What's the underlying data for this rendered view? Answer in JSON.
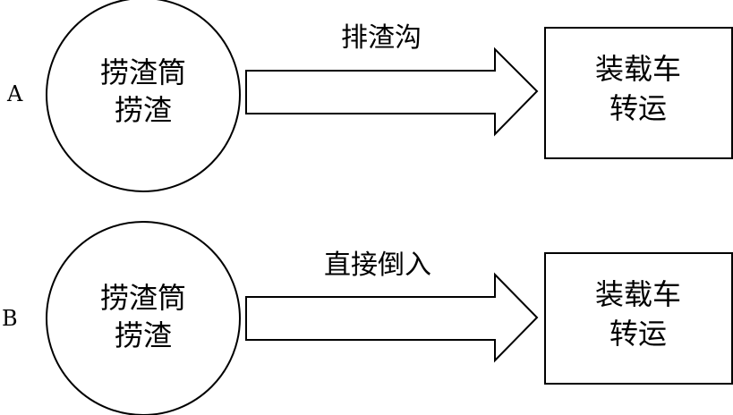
{
  "rows": [
    {
      "letter": "A",
      "source": {
        "line1": "捞渣筒",
        "line2": "捞渣"
      },
      "arrow_label": "排渣沟",
      "target": {
        "line1": "装载车",
        "line2": "转运"
      }
    },
    {
      "letter": "B",
      "source": {
        "line1": "捞渣筒",
        "line2": "捞渣"
      },
      "arrow_label": "直接倒入",
      "target": {
        "line1": "装载车",
        "line2": "转运"
      }
    }
  ],
  "colors": {
    "stroke": "#000000",
    "fill": "#ffffff",
    "text": "#000000"
  }
}
